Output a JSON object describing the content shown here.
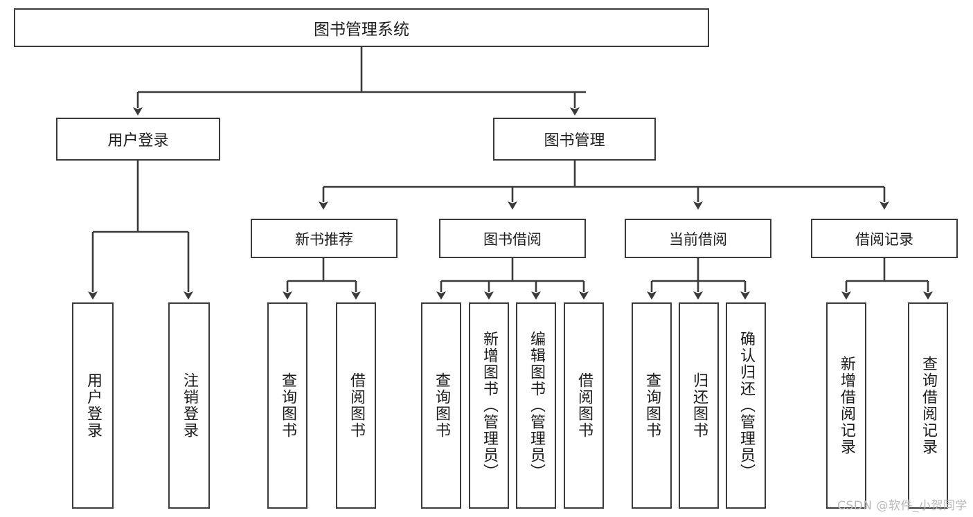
{
  "diagram": {
    "title": "图书管理系统",
    "type": "tree",
    "watermark": "CSDN @软件_小贺同学",
    "colors": {
      "stroke": "#3a3a3a",
      "fill": "#ffffff",
      "text": "#1c1c1c",
      "watermark": "#b9b9b9"
    },
    "nodes": {
      "root": {
        "label": "图书管理系统"
      },
      "level2": [
        {
          "id": "user-login",
          "label": "用户登录"
        },
        {
          "id": "book-manage",
          "label": "图书管理"
        }
      ],
      "level3": [
        {
          "id": "new-book-recommend",
          "label": "新书推荐"
        },
        {
          "id": "book-borrow",
          "label": "图书借阅"
        },
        {
          "id": "current-borrow",
          "label": "当前借阅"
        },
        {
          "id": "borrow-record",
          "label": "借阅记录"
        }
      ],
      "leaves": {
        "user_login": [
          {
            "id": "leaf-user-login",
            "label": "用户登录"
          },
          {
            "id": "leaf-logout-login",
            "label": "注销登录"
          }
        ],
        "new_book_recommend": [
          {
            "id": "leaf-query-book-1",
            "label": "查询图书"
          },
          {
            "id": "leaf-borrow-book-1",
            "label": "借阅图书"
          }
        ],
        "book_borrow": [
          {
            "id": "leaf-query-book-2",
            "label": "查询图书"
          },
          {
            "id": "leaf-add-book",
            "label": "新增图书（管理员）"
          },
          {
            "id": "leaf-edit-book",
            "label": "编辑图书（管理员）"
          },
          {
            "id": "leaf-borrow-book-2",
            "label": "借阅图书"
          }
        ],
        "current_borrow": [
          {
            "id": "leaf-query-book-3",
            "label": "查询图书"
          },
          {
            "id": "leaf-return-book",
            "label": "归还图书"
          },
          {
            "id": "leaf-confirm-return",
            "label": "确认归还（管理员）"
          }
        ],
        "borrow_record": [
          {
            "id": "leaf-add-record",
            "label": "新增借阅记录"
          },
          {
            "id": "leaf-query-record",
            "label": "查询借阅记录"
          }
        ]
      }
    }
  }
}
